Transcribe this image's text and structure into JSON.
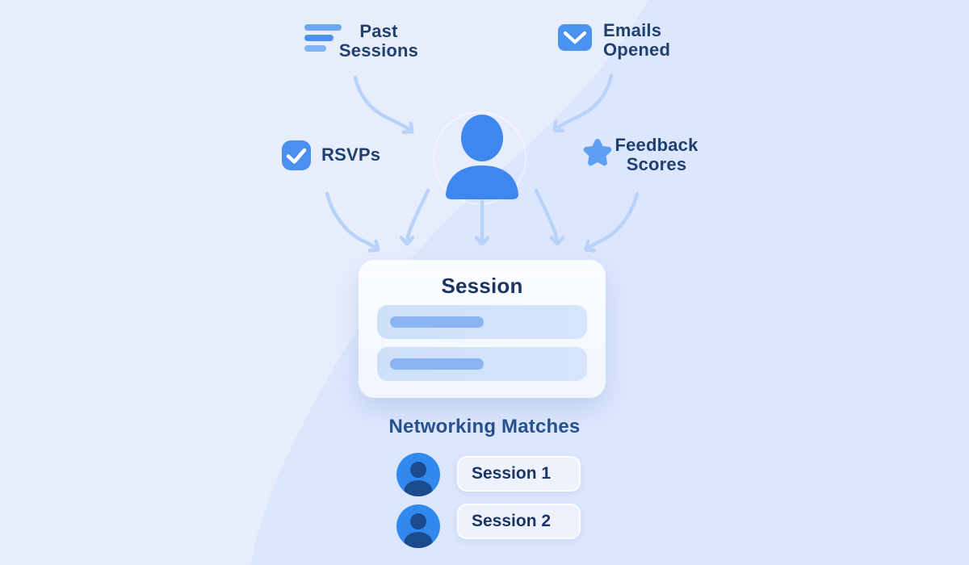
{
  "diagram": {
    "sources": [
      {
        "label": "Past Sessions",
        "icon": "list-lines-icon"
      },
      {
        "label": "Emails Opened",
        "icon": "envelope-icon"
      },
      {
        "label": "RSVPs",
        "icon": "checkbox-check-icon"
      },
      {
        "label": "Feedback Scores",
        "icon": "star-icon"
      }
    ],
    "profile": {
      "icon": "person-icon"
    },
    "session_card": {
      "title": "Session",
      "placeholder_rows": 2
    },
    "matches": {
      "heading": "Networking Matches",
      "items": [
        {
          "label": "Session 1",
          "icon": "avatar-person-icon"
        },
        {
          "label": "Session 2",
          "icon": "avatar-person-icon"
        }
      ]
    },
    "colors": {
      "background_base": "#dce7fd",
      "background_swoosh": "#e8edfc",
      "accent_blue": "#4a90f0",
      "star_blue": "#5e9ff3",
      "person_blue": "#3e87ef",
      "arrow_blue": "#b9d3f8",
      "label_navy": "#20406f",
      "card_title_navy": "#1b3462",
      "heading_blue": "#27508f",
      "avatar_circle_blue": "#2f89ef",
      "avatar_silhouette_navy": "#1b4b8d",
      "row_fill": "#cfe0fa",
      "pill_fill": "#8ab4f2",
      "chip_fill": "#edf2fd"
    }
  }
}
